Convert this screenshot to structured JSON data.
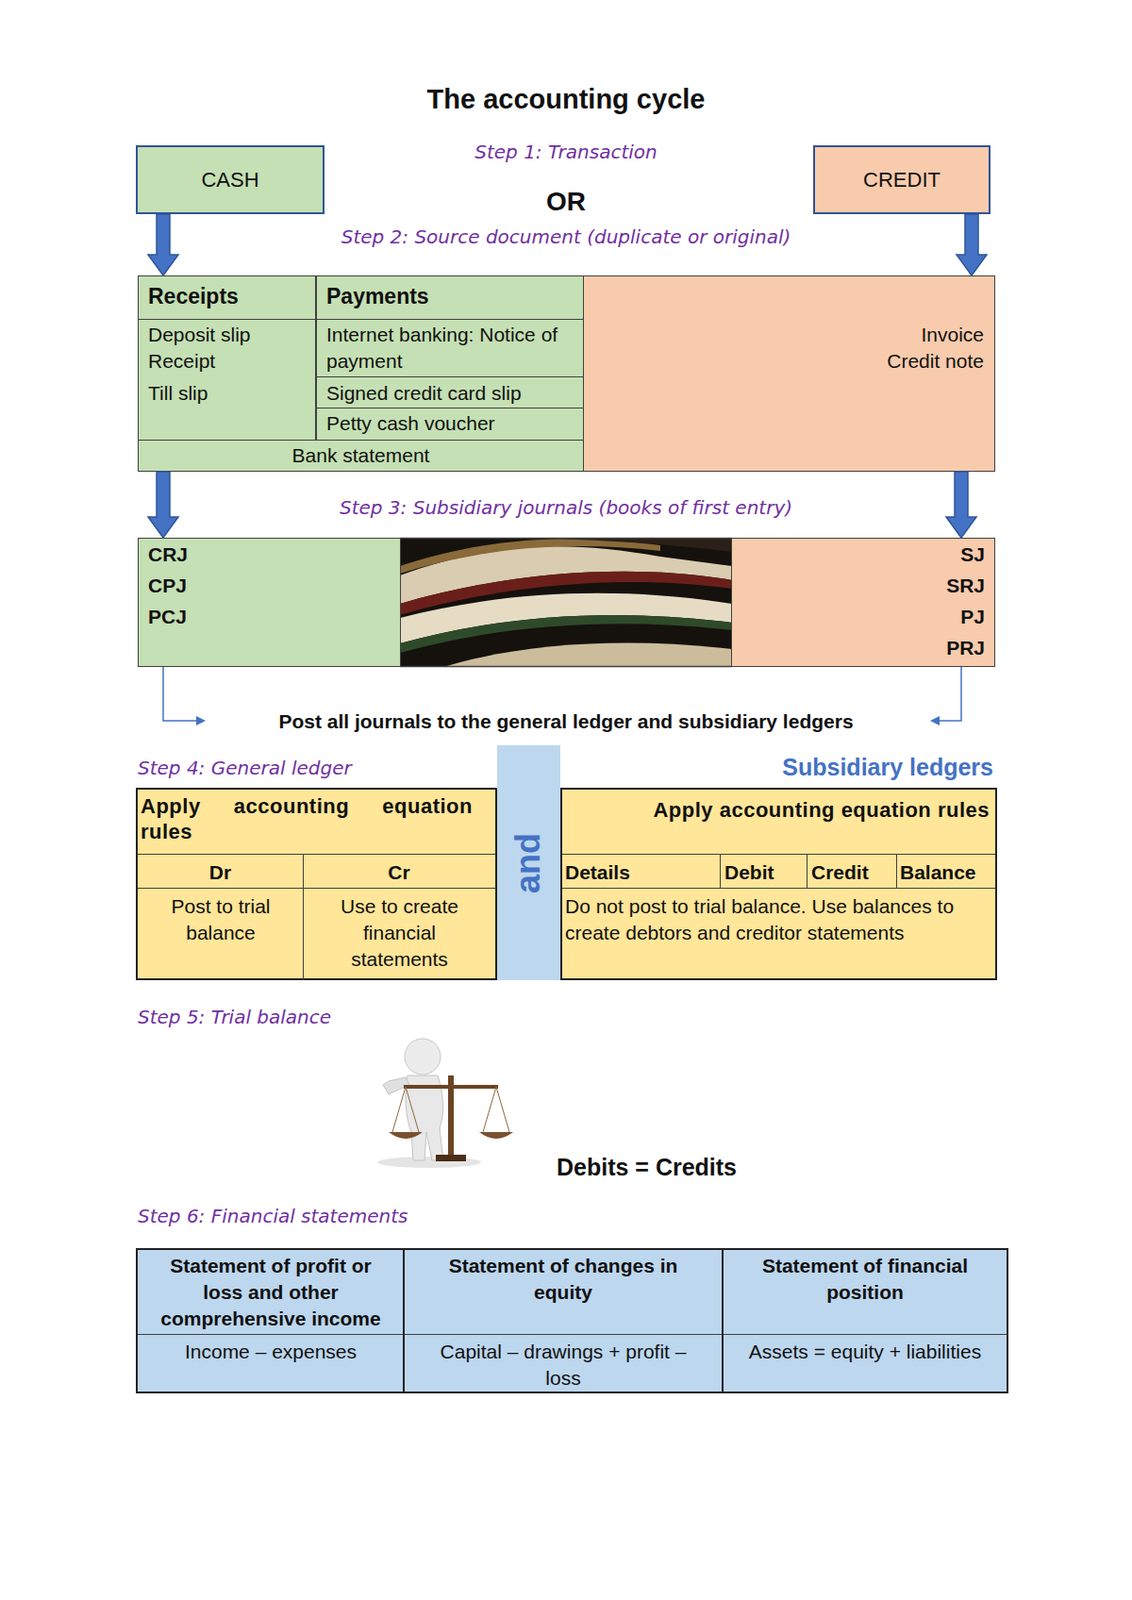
{
  "diagram": {
    "title": "The accounting cycle",
    "nodes": [
      {
        "text": [
          "CASH"
        ]
      },
      {
        "text": [
          "CREDIT"
        ]
      },
      {
        "text": [
          "Receipts",
          "Deposit slip",
          "Receipt",
          "Till slip"
        ]
      },
      {
        "text": [
          "Payments",
          "Internet banking: Notice of payment",
          "Signed credit card slip",
          "Petty cash voucher"
        ]
      },
      {
        "text": [
          "Bank statement"
        ]
      },
      {
        "text": [
          "Invoice",
          "Credit note"
        ]
      },
      {
        "text": [
          "CRJ",
          "CPJ",
          "PCJ"
        ]
      },
      {
        "text": [
          "SJ",
          "SRJ",
          "PJ",
          "PRJ"
        ]
      },
      {
        "text": [
          "Step 4: General ledger",
          "Apply accounting equation rules",
          "Dr",
          "Cr",
          "Post to trial balance",
          "Use to create financial statements"
        ]
      },
      {
        "text": [
          "and"
        ]
      },
      {
        "text": [
          "Subsidiary ledgers",
          "Apply accounting equation rules",
          "Details",
          "Debit",
          "Credit",
          "Balance",
          "Do not post to trial balance. Use balances to create debtors and creditor statements"
        ]
      },
      {
        "text": [
          "Statement of profit or loss and other comprehensive income",
          "Income – expenses"
        ]
      },
      {
        "text": [
          "Statement of changes in equity",
          "Capital – drawings + profit – loss"
        ]
      },
      {
        "text": [
          "Statement of financial position",
          "Assets = equity + liabilities"
        ]
      }
    ],
    "edges": [
      {
        "from": 0,
        "to": 2,
        "arrow": "to"
      },
      {
        "from": 1,
        "to": 5,
        "arrow": "to"
      },
      {
        "from": 4,
        "to": 6,
        "arrow": "to"
      },
      {
        "from": 5,
        "to": 7,
        "arrow": "to"
      }
    ],
    "labels": [
      "Step 1: Transaction",
      "OR",
      "Step 2: Source document (duplicate or original)",
      "Step 3: Subsidiary journals (books of first entry)",
      "Post all journals to the general ledger and subsidiary ledgers",
      "Step 5: Trial balance",
      "Debits = Credits",
      "Step 6: Financial statements"
    ]
  }
}
